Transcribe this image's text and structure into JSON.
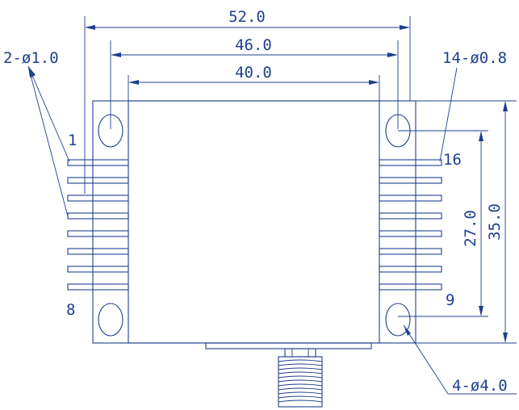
{
  "dimensions": {
    "width_52": "52.0",
    "width_46": "46.0",
    "width_40": "40.0",
    "height_27": "27.0",
    "height_35": "35.0"
  },
  "callouts": {
    "pin_holes": "2-ø1.0",
    "pins": "14-ø0.8",
    "mount_holes": "4-ø4.0"
  },
  "pin_numbers": {
    "top_left": "1",
    "bottom_left": "8",
    "top_right": "16",
    "bottom_right": "9"
  },
  "colors": {
    "line": "#1f3f8f",
    "background": "#ffffff"
  }
}
